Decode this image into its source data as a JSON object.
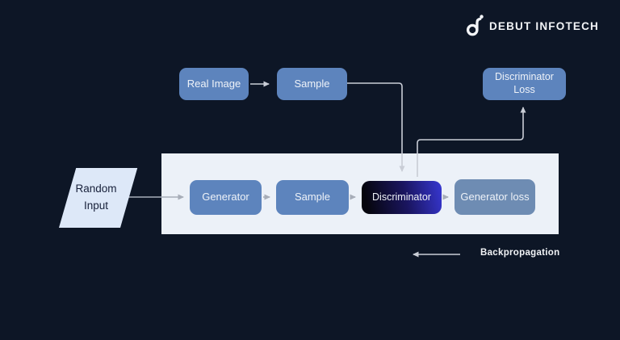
{
  "brand": {
    "name": "DEBUT INFOTECH",
    "logo_icon": "stylized-d-with-dot"
  },
  "nodes": {
    "real_image": "Real Image",
    "sample_top": "Sample",
    "discriminator_loss": "Discriminator Loss",
    "random_input": "Random Input",
    "generator": "Generator",
    "sample_mid": "Sample",
    "discriminator": "Discriminator",
    "generator_loss": "Generator loss"
  },
  "annotations": {
    "backpropagation": "Backpropagation"
  },
  "edges": [
    "real_image -> sample_top",
    "sample_top -> discriminator",
    "discriminator -> discriminator_loss",
    "random_input -> generator",
    "generator -> sample_mid",
    "sample_mid -> discriminator",
    "discriminator -> generator_loss",
    "backpropagation (leftward arrow)"
  ],
  "colors": {
    "background": "#0d1626",
    "panel": "#ecf1f8",
    "node_blue": "#5d84bd",
    "node_muted_blue": "#6e8cb3",
    "parallelogram": "#dde8f8",
    "connector": "#c9cdd6",
    "connector_gray": "#a7adb8",
    "disc_grad_start": "#06060e",
    "disc_grad_mid": "#1a1560",
    "disc_grad_end": "#3737d2",
    "text_light": "#eef2f8",
    "text_dark": "#17203a",
    "brand_white": "#f2f4f7"
  }
}
